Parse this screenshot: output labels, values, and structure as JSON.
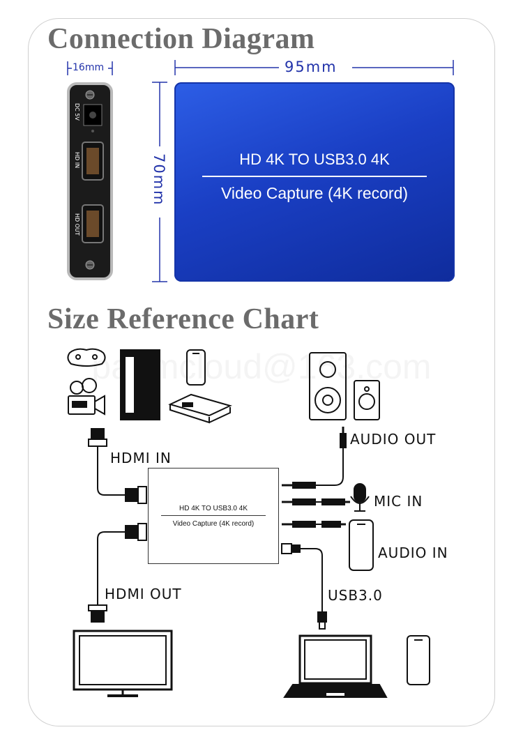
{
  "headings": {
    "connection": "Connection Diagram",
    "size_reference": "Size Reference Chart"
  },
  "dimensions": {
    "side_width": "16mm",
    "length": "95mm",
    "height": "70mm"
  },
  "device": {
    "line1": "HD 4K TO USB3.0 4K",
    "line2": "Video Capture (4K record)",
    "side_port_labels": [
      "DC 5V",
      "HD IN",
      "HD OUT"
    ]
  },
  "mini_device": {
    "line1": "HD 4K TO USB3.0 4K",
    "line2": "Video Capture (4K record)"
  },
  "connections": {
    "hdmi_in": "HDMI IN",
    "hdmi_out": "HDMI OUT",
    "audio_out": "AUDIO OUT",
    "mic_in": "MIC IN",
    "audio_in": "AUDIO IN",
    "usb": "USB3.0"
  },
  "watermark": "panmcloud@163.com",
  "colors": {
    "device_blue": "#1a3fc4",
    "heading_gray": "#6b6b6b",
    "dimension_blue": "#2233aa"
  }
}
